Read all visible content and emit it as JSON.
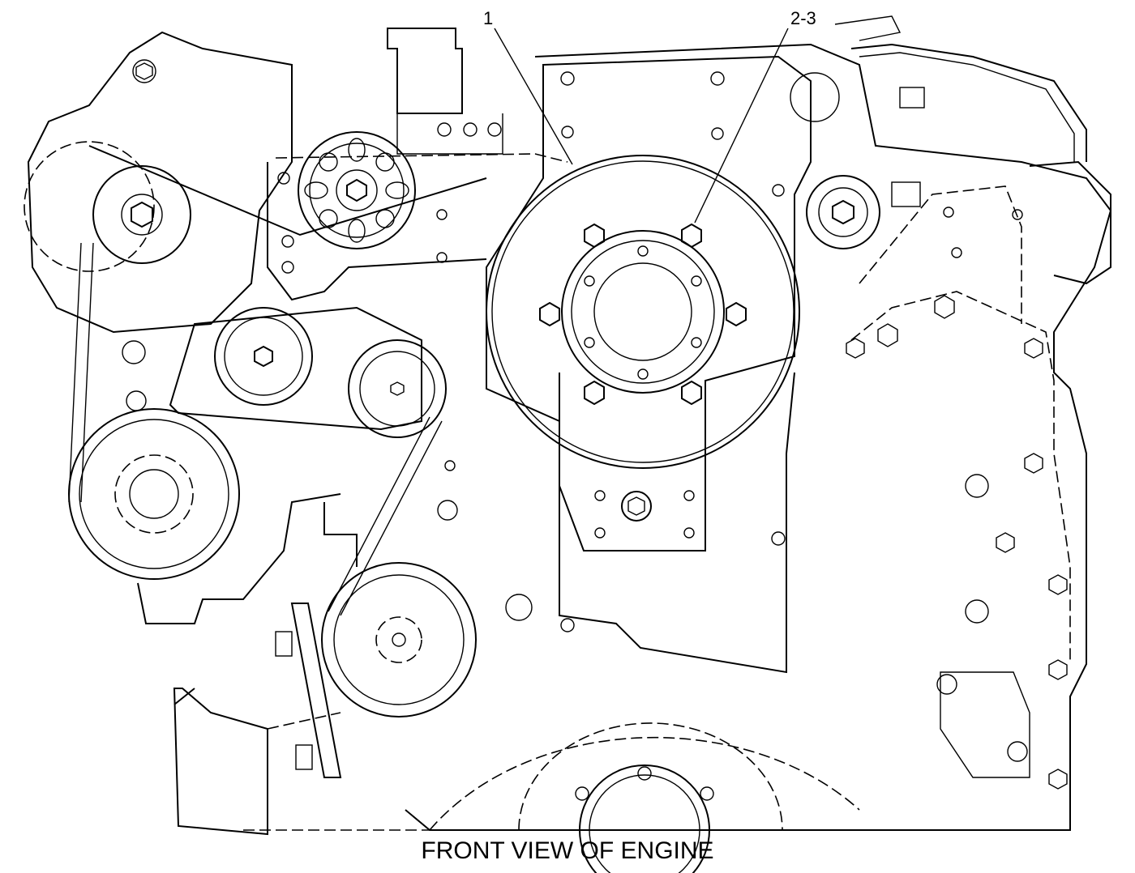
{
  "diagram": {
    "caption": "FRONT VIEW OF ENGINE",
    "callouts": [
      {
        "label": "1"
      },
      {
        "label": "2-3"
      }
    ]
  },
  "colors": {
    "line": "#000000",
    "background": "#ffffff"
  }
}
